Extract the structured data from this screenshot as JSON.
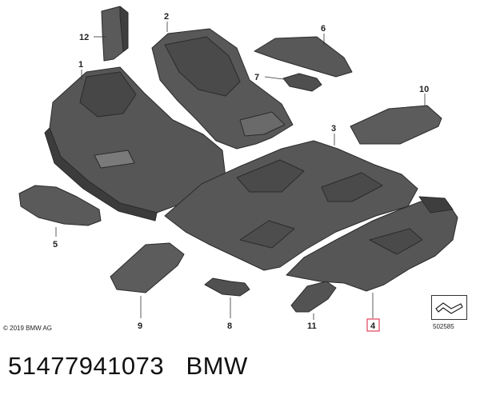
{
  "callouts": {
    "c1": "1",
    "c2": "2",
    "c3": "3",
    "c4": "4",
    "c5": "5",
    "c6": "6",
    "c7": "7",
    "c8": "8",
    "c9": "9",
    "c10": "10",
    "c11": "11",
    "c12": "12"
  },
  "copyright": "© 2019 BMW AG",
  "reference_number": "502585",
  "caption": {
    "part_number": "51477941073",
    "brand": "BMW"
  },
  "colors": {
    "part_fill": "#575757",
    "part_dark": "#3a3a3a",
    "part_light": "#6e6e6e",
    "highlight_box": "#e0405a",
    "background": "#ffffff"
  }
}
